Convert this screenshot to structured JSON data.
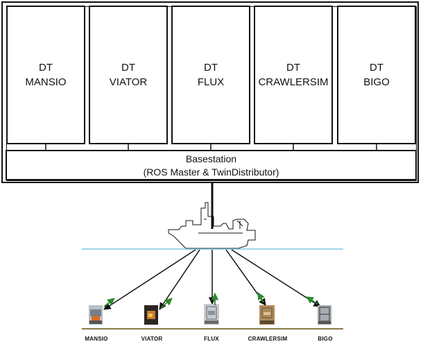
{
  "digital_twins": [
    {
      "line1": "DT",
      "line2": "MANSIO"
    },
    {
      "line1": "DT",
      "line2": "VIATOR"
    },
    {
      "line1": "DT",
      "line2": "FLUX"
    },
    {
      "line1": "DT",
      "line2": "CRAWLERSIM"
    },
    {
      "line1": "DT",
      "line2": "BIGO"
    }
  ],
  "basestation": {
    "title": "Basestation",
    "subtitle": "(ROS Master & TwinDistributor)"
  },
  "vehicles": [
    {
      "label": "MANSIO"
    },
    {
      "label": "VIATOR"
    },
    {
      "label": "FLUX"
    },
    {
      "label": "CRAWLERSIM"
    },
    {
      "label": "BIGO"
    }
  ],
  "colors": {
    "frame": "#111111",
    "water_line": "#7ec8e3",
    "seafloor_line": "#8a7a4a",
    "arrow_black": "#111111",
    "arrow_green": "#2e8b2e"
  }
}
